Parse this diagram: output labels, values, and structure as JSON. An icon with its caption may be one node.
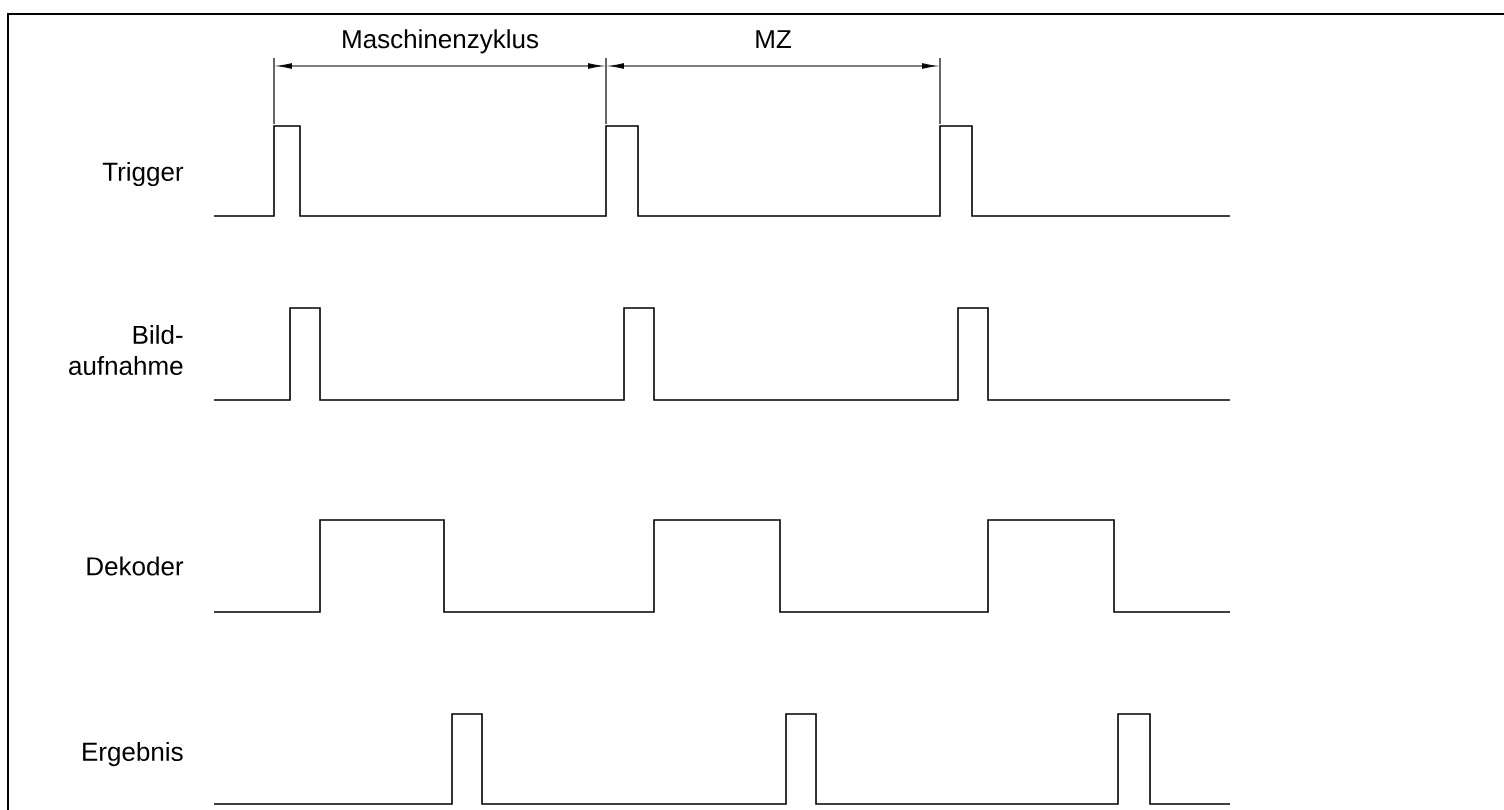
{
  "diagram": {
    "labels": [
      "Maschinenzyklus",
      "MZ",
      "Trigger",
      "Bild- aufnahme",
      "Dekoder",
      "Ergebnis"
    ]
  }
}
